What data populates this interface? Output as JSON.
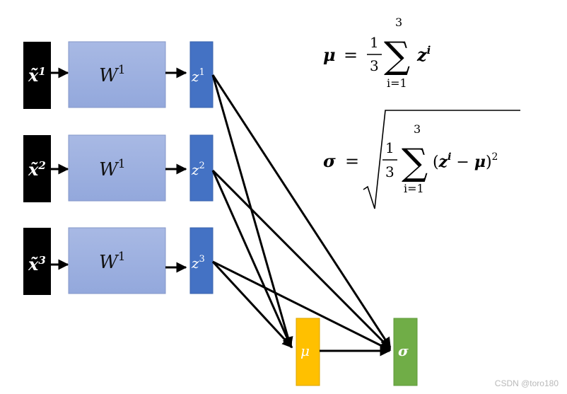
{
  "inputs": [
    {
      "symbol": "x̃",
      "sup": "1"
    },
    {
      "symbol": "x̃",
      "sup": "2"
    },
    {
      "symbol": "x̃",
      "sup": "3"
    }
  ],
  "weights": [
    {
      "symbol": "W",
      "sup": "1"
    },
    {
      "symbol": "W",
      "sup": "1"
    },
    {
      "symbol": "W",
      "sup": "1"
    }
  ],
  "outputs": [
    {
      "symbol": "z",
      "sup": "1"
    },
    {
      "symbol": "z",
      "sup": "2"
    },
    {
      "symbol": "z",
      "sup": "3"
    }
  ],
  "mu_node": {
    "label": "μ"
  },
  "sigma_node": {
    "label": "σ"
  },
  "formula_mean": {
    "lhs": "μ",
    "eq": "=",
    "num": "1",
    "den": "3",
    "sigma": "∑",
    "upper": "3",
    "lower": "i=1",
    "term": "z",
    "term_sup": "i"
  },
  "formula_std": {
    "lhs": "σ",
    "eq": "=",
    "num": "1",
    "den": "3",
    "sigma": "∑",
    "upper": "3",
    "lower": "i=1",
    "open": "(",
    "term": "z",
    "term_sup": "i",
    "minus": " − ",
    "mu": "μ",
    "close": ")",
    "power": "2"
  },
  "colors": {
    "input_box": "#000000",
    "weight_box": "#9fb2e0",
    "weight_border": "#8497c9",
    "z_box": "#4472c4",
    "mu_box": "#ffc000",
    "sigma_box": "#70ad47",
    "arrow": "#000000"
  },
  "watermark": "CSDN @toro180"
}
